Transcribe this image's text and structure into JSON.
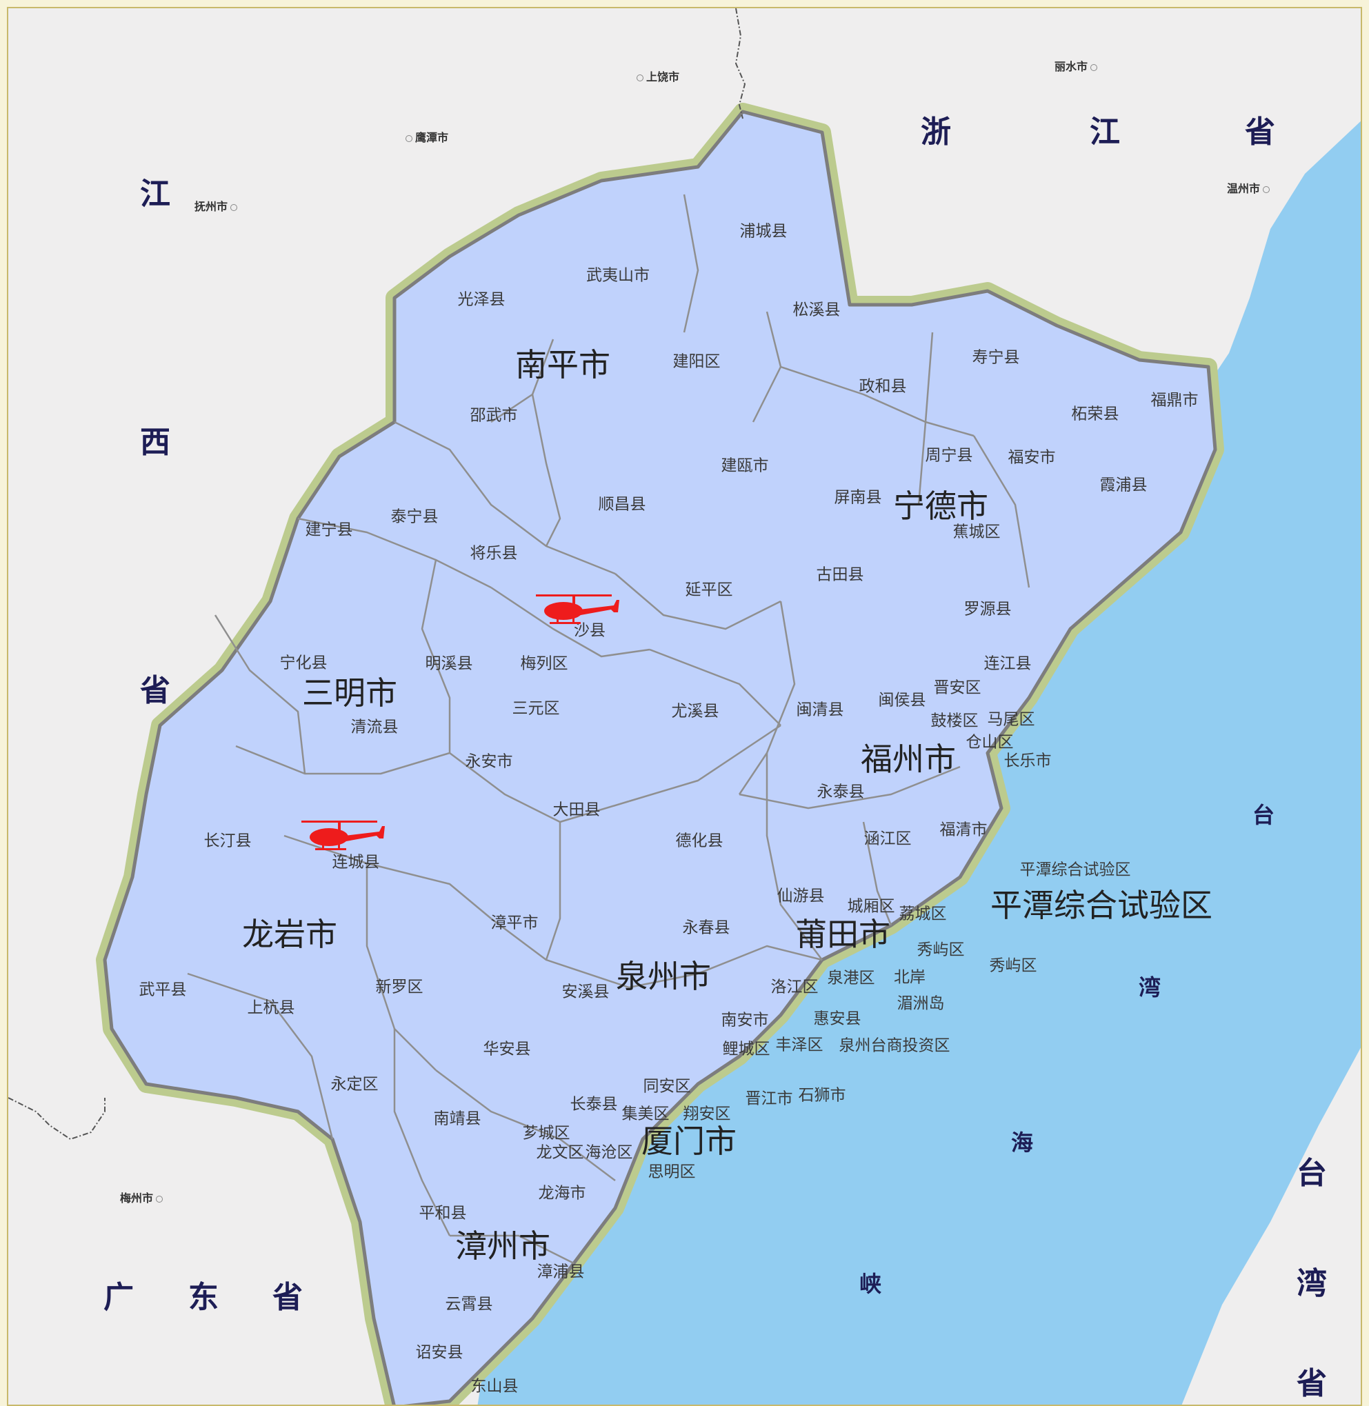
{
  "colors": {
    "land_fujian": "#c0d2fc",
    "land_other": "#efeeee",
    "sea": "#92cdf1",
    "border_glow": "#bccb8e",
    "county_border": "#8f8f8f",
    "helicopter": "#ee1c1c"
  },
  "provinces": {
    "zhejiang": [
      "浙",
      "江",
      "省"
    ],
    "jiangxi": [
      "江",
      "西",
      "省"
    ],
    "guangdong": [
      "广",
      "东",
      "省"
    ],
    "taiwan": [
      "台",
      "湾",
      "省"
    ]
  },
  "seas": {
    "taiwan_strait": [
      "台",
      "湾",
      "海",
      "峡"
    ]
  },
  "outside_cities": [
    "上饶市",
    "丽水市",
    "鹰潭市",
    "温州市",
    "抚州市",
    "梅州市"
  ],
  "cities": [
    "南平市",
    "宁德市",
    "三明市",
    "福州市",
    "龙岩市",
    "莆田市",
    "平潭综合试验区",
    "泉州市",
    "厦门市",
    "漳州市"
  ],
  "counties": [
    "浦城县",
    "武夷山市",
    "光泽县",
    "松溪县",
    "建阳区",
    "政和县",
    "寿宁县",
    "邵武市",
    "柘荣县",
    "福鼎市",
    "周宁县",
    "福安市",
    "建瓯市",
    "霞浦县",
    "顺昌县",
    "屏南县",
    "建宁县",
    "泰宁县",
    "将乐县",
    "蕉城区",
    "古田县",
    "延平区",
    "沙县",
    "罗源县",
    "宁化县",
    "明溪县",
    "梅列区",
    "连江县",
    "晋安区",
    "闽侯县",
    "三元区",
    "尤溪县",
    "闽清县",
    "清流县",
    "鼓楼区",
    "马尾区",
    "仓山区",
    "长乐市",
    "永安市",
    "永泰县",
    "大田县",
    "福清市",
    "长汀县",
    "德化县",
    "涵江区",
    "连城县",
    "平潭综合试验区",
    "仙游县",
    "城厢区",
    "荔城区",
    "漳平市",
    "永春县",
    "秀屿区",
    "秀屿区",
    "新罗区",
    "泉港区",
    "洛江区",
    "北岸",
    "湄洲岛",
    "武平县",
    "安溪县",
    "上杭县",
    "南安市",
    "惠安县",
    "华安县",
    "鲤城区",
    "丰泽区",
    "泉州台商投资区",
    "永定区",
    "同安区",
    "石狮市",
    "晋江市",
    "长泰县",
    "集美区",
    "翔安区",
    "南靖县",
    "芗城区",
    "龙文区",
    "海沧区",
    "思明区",
    "龙海市",
    "平和县",
    "漳浦县",
    "云霄县",
    "诏安县",
    "东山县"
  ]
}
